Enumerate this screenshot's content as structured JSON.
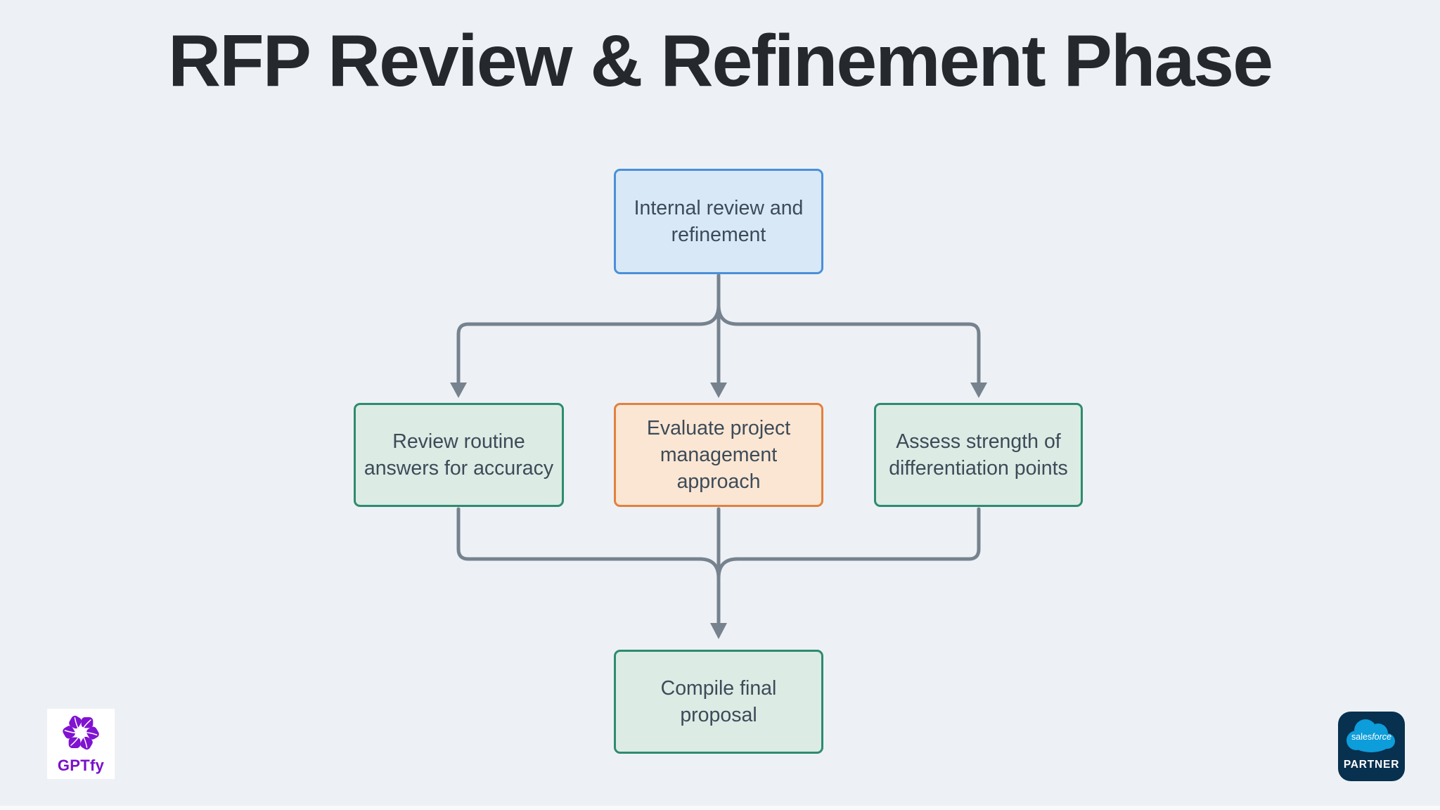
{
  "title": "RFP Review & Refinement Phase",
  "colors": {
    "background": "#edf1f5",
    "title_text": "#25282c",
    "node_text": "#3d4b58",
    "connector": "#76828e",
    "blue_node_fill": "#d9e8f7",
    "blue_node_border": "#4a90d8",
    "green_node_fill": "#dcebe4",
    "green_node_border": "#2e8b6e",
    "orange_node_fill": "#fbe6d3",
    "orange_node_border": "#e2813e",
    "gptfy_purple": "#7a10c9",
    "salesforce_navy": "#08304f",
    "salesforce_cloud_blue": "#0d9dda"
  },
  "diagram": {
    "nodes": {
      "top": {
        "label": "Internal review and refinement",
        "lines": [
          "Internal review and",
          "refinement"
        ]
      },
      "left": {
        "label": "Review routine answers for accuracy",
        "lines": [
          "Review routine",
          "answers for accuracy"
        ]
      },
      "center": {
        "label": "Evaluate project management approach",
        "lines": [
          "Evaluate project",
          "management",
          "approach"
        ]
      },
      "right": {
        "label": "Assess strength of differentiation points",
        "lines": [
          "Assess strength of",
          "differentiation points"
        ]
      },
      "bottom": {
        "label": "Compile final proposal",
        "lines": [
          "Compile final",
          "proposal"
        ]
      }
    }
  },
  "footer": {
    "gptfy": {
      "label": "GPTfy"
    },
    "salesforce": {
      "brand_sales": "sales",
      "brand_force": "force",
      "partner_label": "PARTNER"
    }
  }
}
